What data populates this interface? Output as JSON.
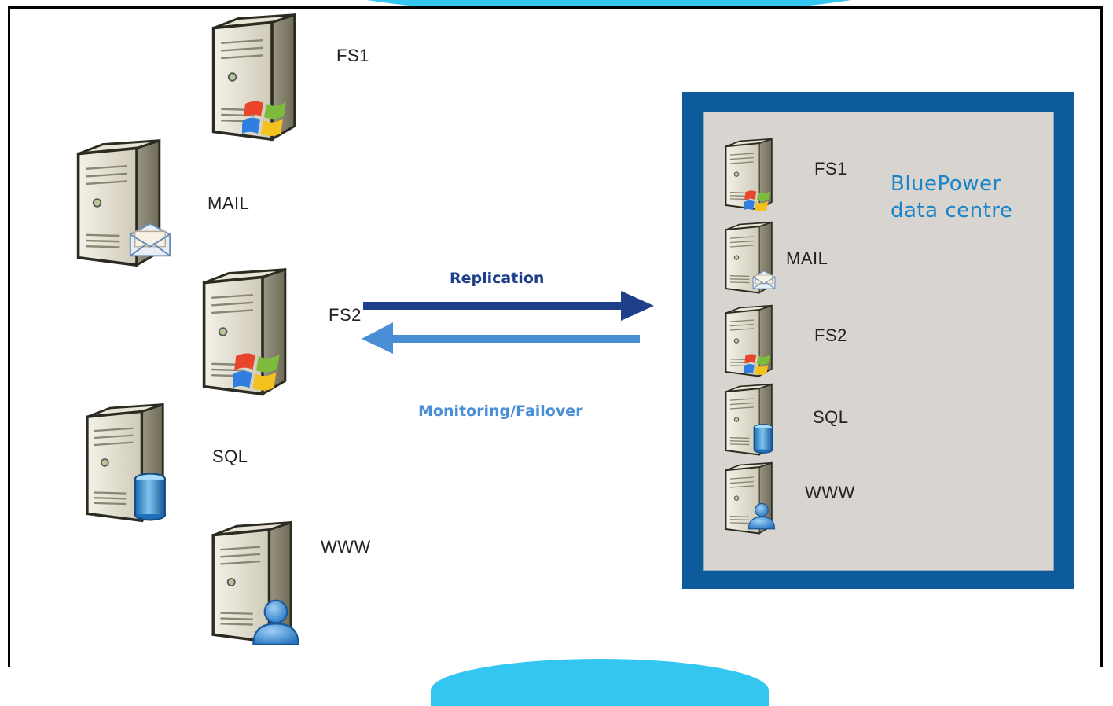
{
  "left_servers": [
    {
      "label": "FS1",
      "badge": "windows-logo"
    },
    {
      "label": "MAIL",
      "badge": "envelope"
    },
    {
      "label": "FS2",
      "badge": "windows-logo"
    },
    {
      "label": "SQL",
      "badge": "database-cylinder"
    },
    {
      "label": "WWW",
      "badge": "user-person"
    }
  ],
  "arrows": {
    "replication": {
      "label": "Replication",
      "color": "#1e3f8a",
      "direction": "left-to-right"
    },
    "monitoring": {
      "label": "Monitoring/Failover",
      "color": "#4a8fd6",
      "direction": "right-to-left"
    }
  },
  "data_centre": {
    "title_line1": "BluePower",
    "title_line2": "data centre",
    "border_color": "#0d5a9c",
    "fill_color": "#d8d5d0",
    "servers": [
      {
        "label": "FS1",
        "badge": "windows-logo"
      },
      {
        "label": "MAIL",
        "badge": "envelope"
      },
      {
        "label": "FS2",
        "badge": "windows-logo"
      },
      {
        "label": "SQL",
        "badge": "database-cylinder"
      },
      {
        "label": "WWW",
        "badge": "user-person"
      }
    ]
  }
}
